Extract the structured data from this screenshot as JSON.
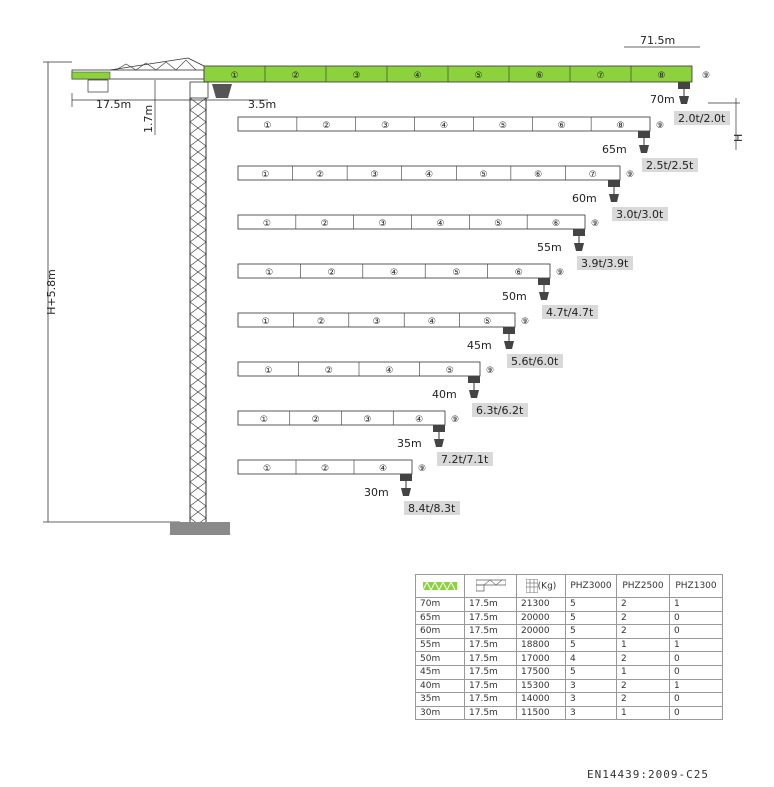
{
  "colors": {
    "boom_green": "#8cd23c",
    "line": "#333333",
    "caption_bg": "#d9d9d9",
    "base_gray": "#8a8a8a"
  },
  "main": {
    "boom_length": "71.5m",
    "counter_jib": "17.5m",
    "offset": "3.5m",
    "top_height": "1.7m",
    "mast_height": "H+5.8m",
    "h_label": "H",
    "segments": [
      "①",
      "②",
      "③",
      "④",
      "⑤",
      "⑥",
      "⑦",
      "⑧",
      "⑨"
    ]
  },
  "configs": [
    {
      "length": "70m",
      "capacity": "2.0t/2.0t",
      "segments": [
        "①",
        "②",
        "③",
        "④",
        "⑤",
        "⑥",
        "⑦",
        "⑧",
        "⑨"
      ]
    },
    {
      "length": "65m",
      "capacity": "2.5t/2.5t",
      "segments": [
        "①",
        "②",
        "③",
        "④",
        "⑤",
        "⑥",
        "⑧",
        "⑨"
      ]
    },
    {
      "length": "60m",
      "capacity": "3.0t/3.0t",
      "segments": [
        "①",
        "②",
        "③",
        "④",
        "⑤",
        "⑥",
        "⑦",
        "⑨"
      ]
    },
    {
      "length": "55m",
      "capacity": "3.9t/3.9t",
      "segments": [
        "①",
        "②",
        "③",
        "④",
        "⑤",
        "⑥",
        "⑨"
      ]
    },
    {
      "length": "50m",
      "capacity": "4.7t/4.7t",
      "segments": [
        "①",
        "②",
        "④",
        "⑤",
        "⑥",
        "⑨"
      ]
    },
    {
      "length": "45m",
      "capacity": "5.6t/6.0t",
      "segments": [
        "①",
        "②",
        "③",
        "④",
        "⑤",
        "⑨"
      ]
    },
    {
      "length": "40m",
      "capacity": "6.3t/6.2t",
      "segments": [
        "①",
        "②",
        "④",
        "⑤",
        "⑨"
      ]
    },
    {
      "length": "35m",
      "capacity": "7.2t/7.1t",
      "segments": [
        "①",
        "②",
        "③",
        "④",
        "⑨"
      ]
    },
    {
      "length": "30m",
      "capacity": "8.4t/8.3t",
      "segments": [
        "①",
        "②",
        "④",
        "⑨"
      ]
    }
  ],
  "table": {
    "headers": {
      "weight": "(Kg)",
      "phz3000": "PHZ3000",
      "phz2500": "PHZ2500",
      "phz1300": "PHZ1300"
    },
    "rows": [
      [
        "70m",
        "17.5m",
        "21300",
        "5",
        "2",
        "1"
      ],
      [
        "65m",
        "17.5m",
        "20000",
        "5",
        "2",
        "0"
      ],
      [
        "60m",
        "17.5m",
        "20000",
        "5",
        "2",
        "0"
      ],
      [
        "55m",
        "17.5m",
        "18800",
        "5",
        "1",
        "1"
      ],
      [
        "50m",
        "17.5m",
        "17000",
        "4",
        "2",
        "0"
      ],
      [
        "45m",
        "17.5m",
        "17500",
        "5",
        "1",
        "0"
      ],
      [
        "40m",
        "17.5m",
        "15300",
        "3",
        "2",
        "1"
      ],
      [
        "35m",
        "17.5m",
        "14000",
        "3",
        "2",
        "0"
      ],
      [
        "30m",
        "17.5m",
        "11500",
        "3",
        "1",
        "0"
      ]
    ]
  },
  "standard": "EN14439:2009-C25"
}
